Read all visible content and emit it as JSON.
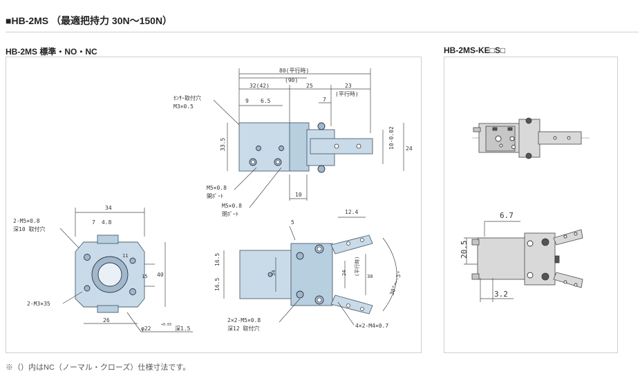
{
  "header": {
    "title": "■HB-2MS （最適把持力 30N〜150N）"
  },
  "left_panel": {
    "caption": "HB-2MS 標準・NO・NC",
    "labels": {
      "overall_len": "80(平行時)",
      "overall_len_nc": "(90)",
      "d_32": "32(42)",
      "d_25": "25",
      "d_23": "23",
      "d_23b": "(平行時)",
      "d_9": "9",
      "d_65": "6.5",
      "d_7": "7",
      "sensor": "ｾﾝｻｰ取付穴",
      "sensor_thread": "M3×0.5",
      "h_335": "33.5",
      "h_1002": "10-0.02",
      "h_24": "24",
      "port1a": "M5×0.8",
      "port1b": "開ﾎﾟｰﾄ",
      "port2a": "M5×0.8",
      "port2b": "閉ﾎﾟｰﾄ",
      "d_10": "10",
      "fv_34": "34",
      "fv_74": "7",
      "fv_48": "4.8",
      "fv_mount1": "2-M5×0.8",
      "fv_mount2": "深10 取付穴",
      "fv_m3": "2-M3×35",
      "fv_11": "11",
      "fv_15": "15",
      "fv_40": "40",
      "fv_26": "26",
      "fv_bore": "φ22",
      "fv_bore_tol": "+0.03",
      "fv_depth": "深1.5",
      "tv_5": "5",
      "tv_124": "12.4",
      "tv_165a": "16.5",
      "tv_165b": "16.5",
      "tv_34": "34",
      "tv_24": "24",
      "tv_24b": "(平行時)",
      "tv_30": "30",
      "tv_angle": "30°〜-5°",
      "tv_m5a": "2×2-M5×0.8",
      "tv_m5b": "深12 取付穴",
      "tv_m4": "4×2-M4×0.7"
    }
  },
  "right_panel": {
    "caption": "HB-2MS-KE□S□",
    "labels": {
      "d_67": "6.7",
      "d_205": "20.5",
      "d_32": "3.2"
    }
  },
  "footnote": "※（）内はNC（ノーマル・クローズ）仕様寸法です。"
}
